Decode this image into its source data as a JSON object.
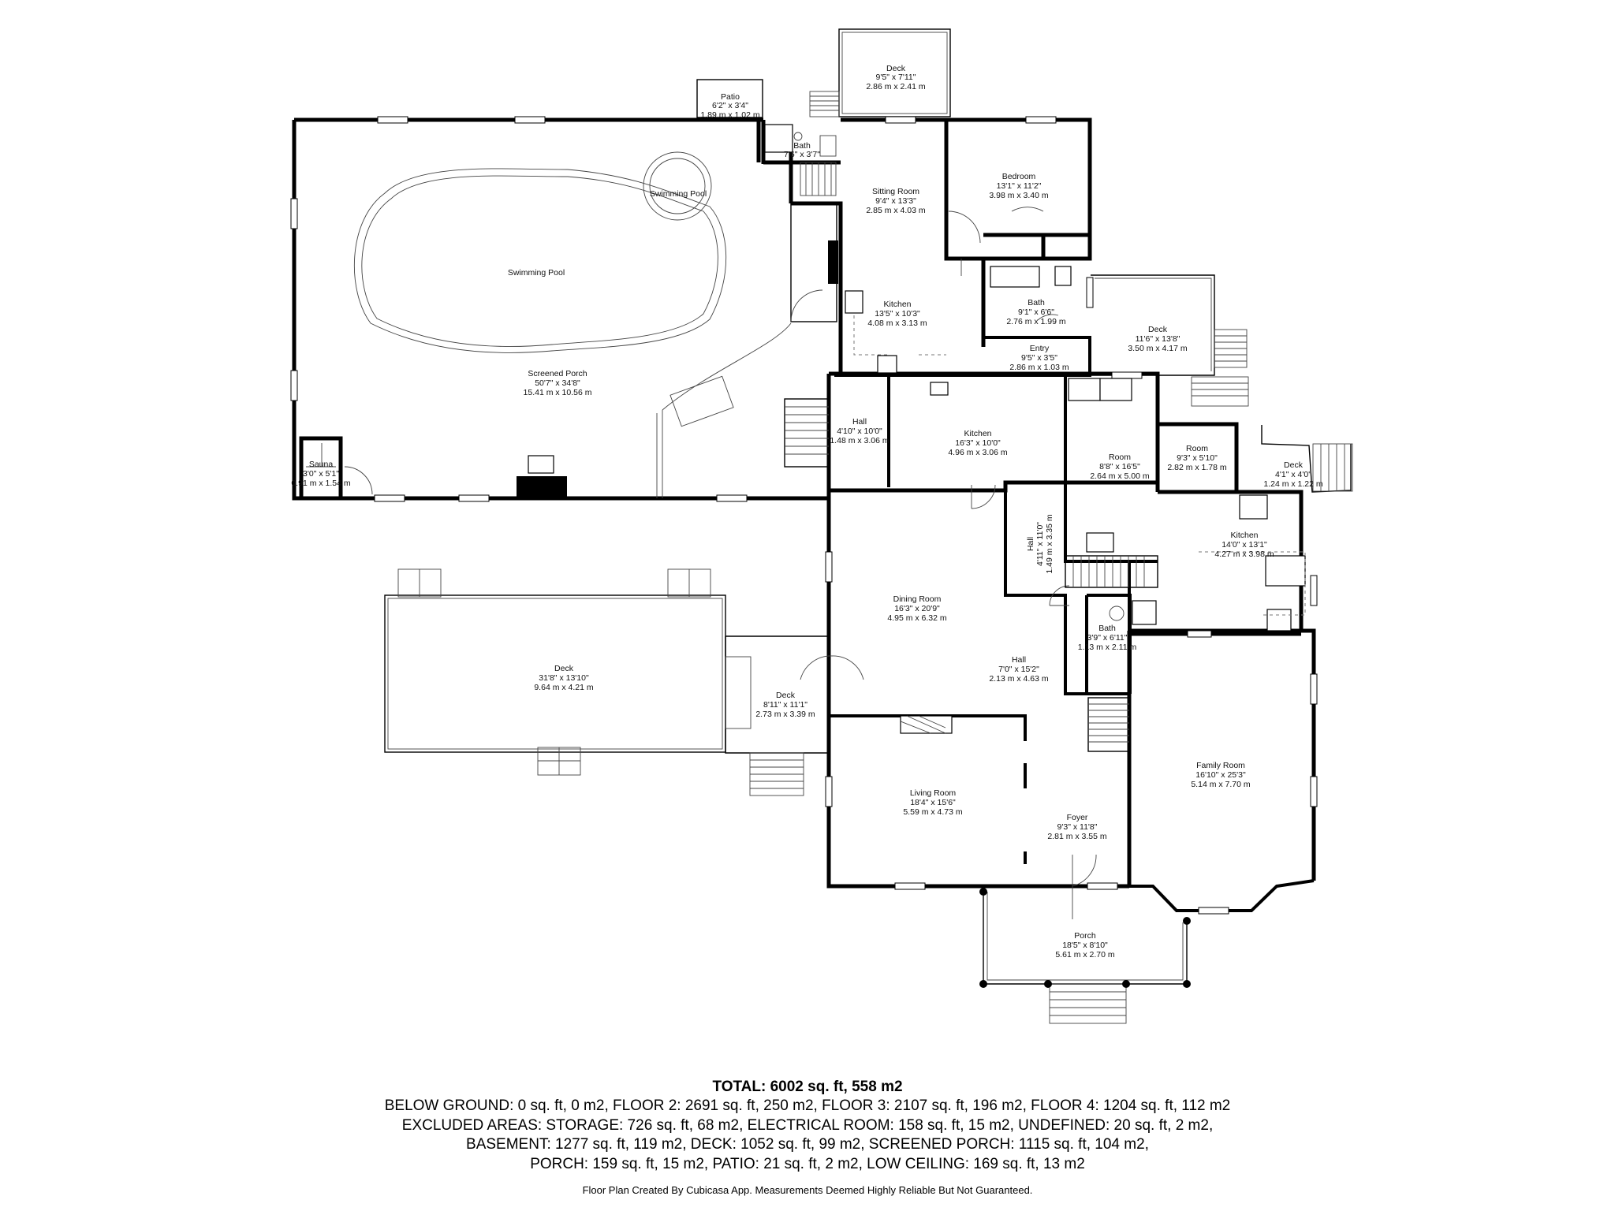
{
  "rooms": [
    {
      "id": "deck-top",
      "name": "Deck",
      "dims": "9'5\" x 7'11\"",
      "metric": "2.86 m x 2.41 m"
    },
    {
      "id": "patio",
      "name": "Patio",
      "dims": "6'2\" x 3'4\"",
      "metric": "1.89 m x 1.02 m"
    },
    {
      "id": "bath-top",
      "name": "Bath",
      "dims": "7'6\" x 3'7\"",
      "metric": ""
    },
    {
      "id": "swimming-pool-small",
      "name": "Swimming Pool",
      "dims": "",
      "metric": ""
    },
    {
      "id": "swimming-pool",
      "name": "Swimming Pool",
      "dims": "",
      "metric": ""
    },
    {
      "id": "sitting-room",
      "name": "Sitting Room",
      "dims": "9'4\" x 13'3\"",
      "metric": "2.85 m x 4.03 m"
    },
    {
      "id": "bedroom",
      "name": "Bedroom",
      "dims": "13'1\" x 11'2\"",
      "metric": "3.98 m x 3.40 m"
    },
    {
      "id": "kitchen-upper",
      "name": "Kitchen",
      "dims": "13'5\" x 10'3\"",
      "metric": "4.08 m x 3.13 m"
    },
    {
      "id": "bath-mid",
      "name": "Bath",
      "dims": "9'1\" x 6'6\"",
      "metric": "2.76 m x 1.99 m"
    },
    {
      "id": "deck-right",
      "name": "Deck",
      "dims": "11'6\" x 13'8\"",
      "metric": "3.50 m x 4.17 m"
    },
    {
      "id": "entry",
      "name": "Entry",
      "dims": "9'5\" x 3'5\"",
      "metric": "2.86 m x 1.03 m"
    },
    {
      "id": "screened-porch",
      "name": "Screened Porch",
      "dims": "50'7\" x 34'8\"",
      "metric": "15.41 m x 10.56 m"
    },
    {
      "id": "hall-upper",
      "name": "Hall",
      "dims": "4'10\" x 10'0\"",
      "metric": "1.48 m x 3.06 m"
    },
    {
      "id": "kitchen-main",
      "name": "Kitchen",
      "dims": "16'3\" x 10'0\"",
      "metric": "4.96 m x 3.06 m"
    },
    {
      "id": "room-center",
      "name": "Room",
      "dims": "8'8\" x 16'5\"",
      "metric": "2.64 m x 5.00 m"
    },
    {
      "id": "room-right",
      "name": "Room",
      "dims": "9'3\" x 5'10\"",
      "metric": "2.82 m x 1.78 m"
    },
    {
      "id": "deck-small",
      "name": "Deck",
      "dims": "4'1\" x 4'0\"",
      "metric": "1.24 m x 1.22 m"
    },
    {
      "id": "sauna",
      "name": "Sauna",
      "dims": "3'0\" x 5'1\"",
      "metric": "0.91 m x 1.54 m"
    },
    {
      "id": "kitchen-right",
      "name": "Kitchen",
      "dims": "14'0\" x 13'1\"",
      "metric": "4.27 m x 3.98 m"
    },
    {
      "id": "hall-vertical",
      "name": "Hall",
      "dims": "4'11\" x 11'0\"",
      "metric": "1.49 m x 3.35 m"
    },
    {
      "id": "dining-room",
      "name": "Dining Room",
      "dims": "16'3\" x 20'9\"",
      "metric": "4.95 m x 6.32 m"
    },
    {
      "id": "bath-lower",
      "name": "Bath",
      "dims": "3'9\" x 6'11\"",
      "metric": "1.13 m x 2.11 m"
    },
    {
      "id": "deck-large",
      "name": "Deck",
      "dims": "31'8\" x 13'10\"",
      "metric": "9.64 m x 4.21 m"
    },
    {
      "id": "deck-mid",
      "name": "Deck",
      "dims": "8'11\" x 11'1\"",
      "metric": "2.73 m x 3.39 m"
    },
    {
      "id": "hall-lower",
      "name": "Hall",
      "dims": "7'0\" x 15'2\"",
      "metric": "2.13 m x 4.63 m"
    },
    {
      "id": "family-room",
      "name": "Family Room",
      "dims": "16'10\" x 25'3\"",
      "metric": "5.14 m x 7.70 m"
    },
    {
      "id": "living-room",
      "name": "Living Room",
      "dims": "18'4\" x 15'6\"",
      "metric": "5.59 m x 4.73 m"
    },
    {
      "id": "foyer",
      "name": "Foyer",
      "dims": "9'3\" x 11'8\"",
      "metric": "2.81 m x 3.55 m"
    },
    {
      "id": "porch",
      "name": "Porch",
      "dims": "18'5\" x 8'10\"",
      "metric": "5.61 m x 2.70 m"
    }
  ],
  "summary": {
    "total": "TOTAL: 6002 sq. ft, 558 m2",
    "lines": [
      "BELOW GROUND: 0 sq. ft, 0 m2, FLOOR 2: 2691 sq. ft, 250 m2, FLOOR 3: 2107 sq. ft, 196 m2, FLOOR 4: 1204 sq. ft, 112 m2",
      "EXCLUDED AREAS: STORAGE: 726 sq. ft, 68 m2, ELECTRICAL ROOM: 158 sq. ft, 15 m2, UNDEFINED: 20 sq. ft, 2 m2,",
      "BASEMENT: 1277 sq. ft, 119 m2, DECK: 1052 sq. ft, 99 m2, SCREENED PORCH: 1115 sq. ft, 104 m2,",
      "PORCH: 159 sq. ft, 15 m2, PATIO: 21 sq. ft, 2 m2, LOW CEILING: 169 sq. ft, 13 m2"
    ],
    "credit": "Floor Plan Created By Cubicasa App. Measurements Deemed Highly Reliable But Not Guaranteed."
  }
}
